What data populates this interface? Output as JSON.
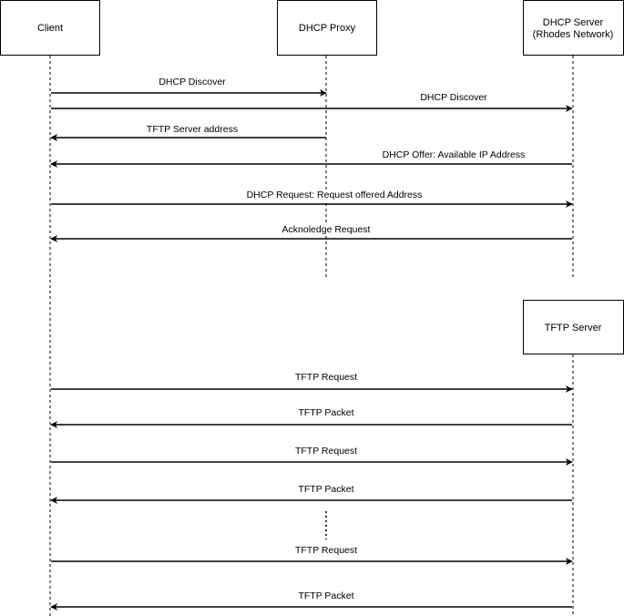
{
  "actors": [
    {
      "id": "client",
      "lines": [
        "Client"
      ]
    },
    {
      "id": "proxy",
      "lines": [
        "DHCP Proxy"
      ]
    },
    {
      "id": "dhcp_server",
      "lines": [
        "DHCP Server",
        "(Rhodes Network)"
      ]
    },
    {
      "id": "tftp_server",
      "lines": [
        "TFTP Server"
      ]
    }
  ],
  "messages": [
    {
      "from": "client",
      "to": "proxy",
      "label": "DHCP Discover"
    },
    {
      "from": "client",
      "to": "dhcp_server",
      "label": "DHCP Discover"
    },
    {
      "from": "proxy",
      "to": "client",
      "label": "TFTP Server address"
    },
    {
      "from": "dhcp_server",
      "to": "client",
      "label": "DHCP Offer: Available IP Address"
    },
    {
      "from": "client",
      "to": "dhcp_server",
      "label": "DHCP Request: Request offered Address"
    },
    {
      "from": "dhcp_server",
      "to": "client",
      "label": "Acknoledge Request"
    },
    {
      "from": "client",
      "to": "tftp_server",
      "label": "TFTP Request"
    },
    {
      "from": "tftp_server",
      "to": "client",
      "label": "TFTP Packet"
    },
    {
      "from": "client",
      "to": "tftp_server",
      "label": "TFTP Request"
    },
    {
      "from": "tftp_server",
      "to": "client",
      "label": "TFTP Packet"
    },
    {
      "from": "client",
      "to": "tftp_server",
      "label": "TFTP Request"
    },
    {
      "from": "tftp_server",
      "to": "client",
      "label": "TFTP Packet"
    }
  ]
}
